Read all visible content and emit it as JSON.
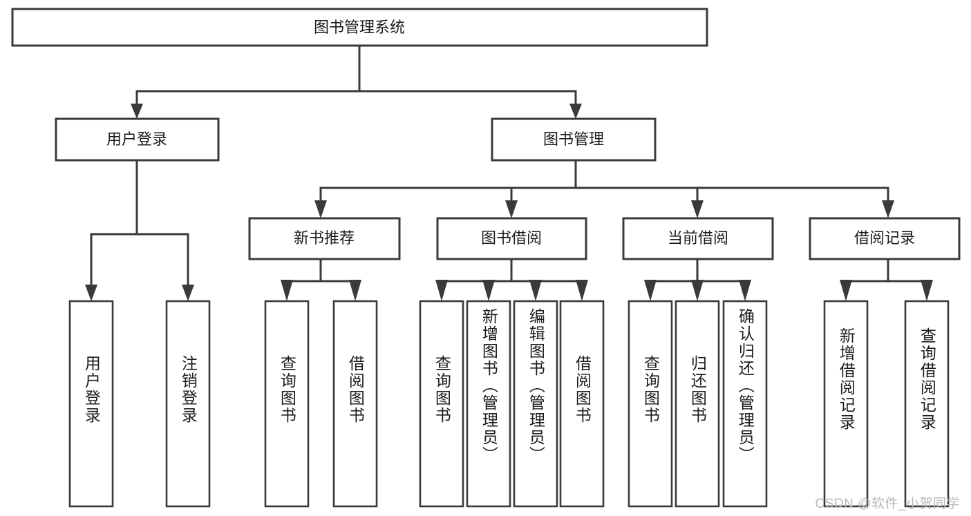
{
  "diagram": {
    "type": "tree-hierarchy",
    "title": "图书管理系统",
    "watermark": "CSDN @软件_小贺同学",
    "colors": {
      "box_stroke": "#3a3a3a",
      "box_fill": "#ffffff",
      "connector": "#3a3a3a",
      "text": "#1c1c1c",
      "watermark": "#b9b9b9",
      "background": "#ffffff"
    },
    "root": {
      "id": "root",
      "label": "图书管理系统"
    },
    "level2": [
      {
        "id": "user-login",
        "label": "用户登录"
      },
      {
        "id": "book-management",
        "label": "图书管理"
      }
    ],
    "level3": [
      {
        "id": "new-book-recommend",
        "label": "新书推荐",
        "parent": "book-management"
      },
      {
        "id": "book-borrow",
        "label": "图书借阅",
        "parent": "book-management"
      },
      {
        "id": "current-borrow",
        "label": "当前借阅",
        "parent": "book-management"
      },
      {
        "id": "borrow-record",
        "label": "借阅记录",
        "parent": "book-management"
      }
    ],
    "leaves": [
      {
        "id": "leaf-user-login",
        "label": "用户登录",
        "parent": "user-login"
      },
      {
        "id": "leaf-logout-login",
        "label": "注销登录",
        "parent": "user-login"
      },
      {
        "id": "leaf-query-book-1",
        "label": "查询图书",
        "parent": "new-book-recommend"
      },
      {
        "id": "leaf-borrow-book-1",
        "label": "借阅图书",
        "parent": "new-book-recommend"
      },
      {
        "id": "leaf-query-book-2",
        "label": "查询图书",
        "parent": "book-borrow"
      },
      {
        "id": "leaf-add-book",
        "label": "新增图书（管理员）",
        "parent": "book-borrow"
      },
      {
        "id": "leaf-edit-book",
        "label": "编辑图书（管理员）",
        "parent": "book-borrow"
      },
      {
        "id": "leaf-borrow-book-2",
        "label": "借阅图书",
        "parent": "book-borrow"
      },
      {
        "id": "leaf-query-book-3",
        "label": "查询图书",
        "parent": "current-borrow"
      },
      {
        "id": "leaf-return-book",
        "label": "归还图书",
        "parent": "current-borrow"
      },
      {
        "id": "leaf-confirm-return",
        "label": "确认归还（管理员）",
        "parent": "current-borrow"
      },
      {
        "id": "leaf-add-record",
        "label": "新增借阅记录",
        "parent": "borrow-record"
      },
      {
        "id": "leaf-query-record",
        "label": "查询借阅记录",
        "parent": "borrow-record"
      }
    ]
  }
}
